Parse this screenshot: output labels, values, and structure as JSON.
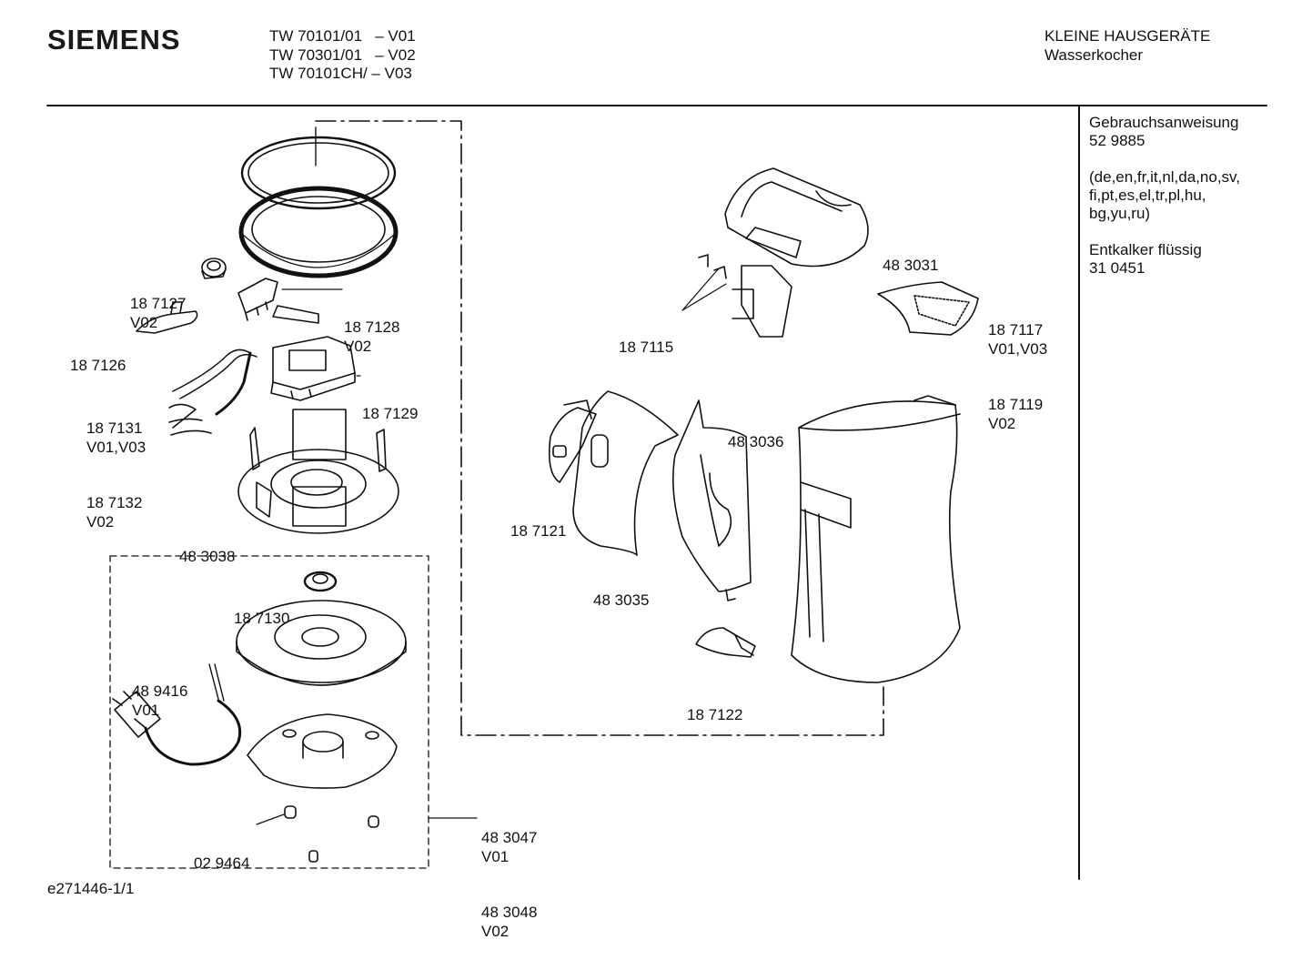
{
  "header": {
    "brand": "SIEMENS",
    "models": [
      "TW 70101/01   – V01",
      "TW 70301/01   – V02",
      "TW 70101CH/ – V03"
    ],
    "category": "KLEINE HAUSGERÄTE",
    "subcategory": "Wasserkocher"
  },
  "side_panel": {
    "manual_label": "Gebrauchsanweisung",
    "manual_number": "52 9885",
    "languages": [
      "(de,en,fr,it,nl,da,no,sv,",
      "fi,pt,es,el,tr,pl,hu,",
      "bg,yu,ru)"
    ],
    "descaler_label": "Entkalker flüssig",
    "descaler_number": "31 0451"
  },
  "parts": {
    "p187127": [
      "18 7127",
      "V02"
    ],
    "p187128": [
      "18 7128",
      "V02"
    ],
    "p187126": [
      "18 7126"
    ],
    "p187129": [
      "18 7129"
    ],
    "p187131": [
      "18 7131",
      "V01,V03",
      "18 7132",
      "V02"
    ],
    "p483038": [
      "48 3038"
    ],
    "p187130": [
      "18 7130"
    ],
    "p489416": [
      "48 9416",
      "V01"
    ],
    "p029464": [
      "02 9464"
    ],
    "p483047": [
      "48 3047",
      "V01",
      "48 3048",
      "V02"
    ],
    "p483031": [
      "48 3031"
    ],
    "p187115": [
      "18 7115"
    ],
    "p187117": [
      "18 7117",
      "V01,V03",
      "18 7119",
      "V02"
    ],
    "p483036": [
      "48 3036"
    ],
    "p187121": [
      "18 7121"
    ],
    "p483035": [
      "48 3035"
    ],
    "p187122": [
      "18 7122"
    ]
  },
  "footer": {
    "doc_id": "e271446-1/1"
  }
}
